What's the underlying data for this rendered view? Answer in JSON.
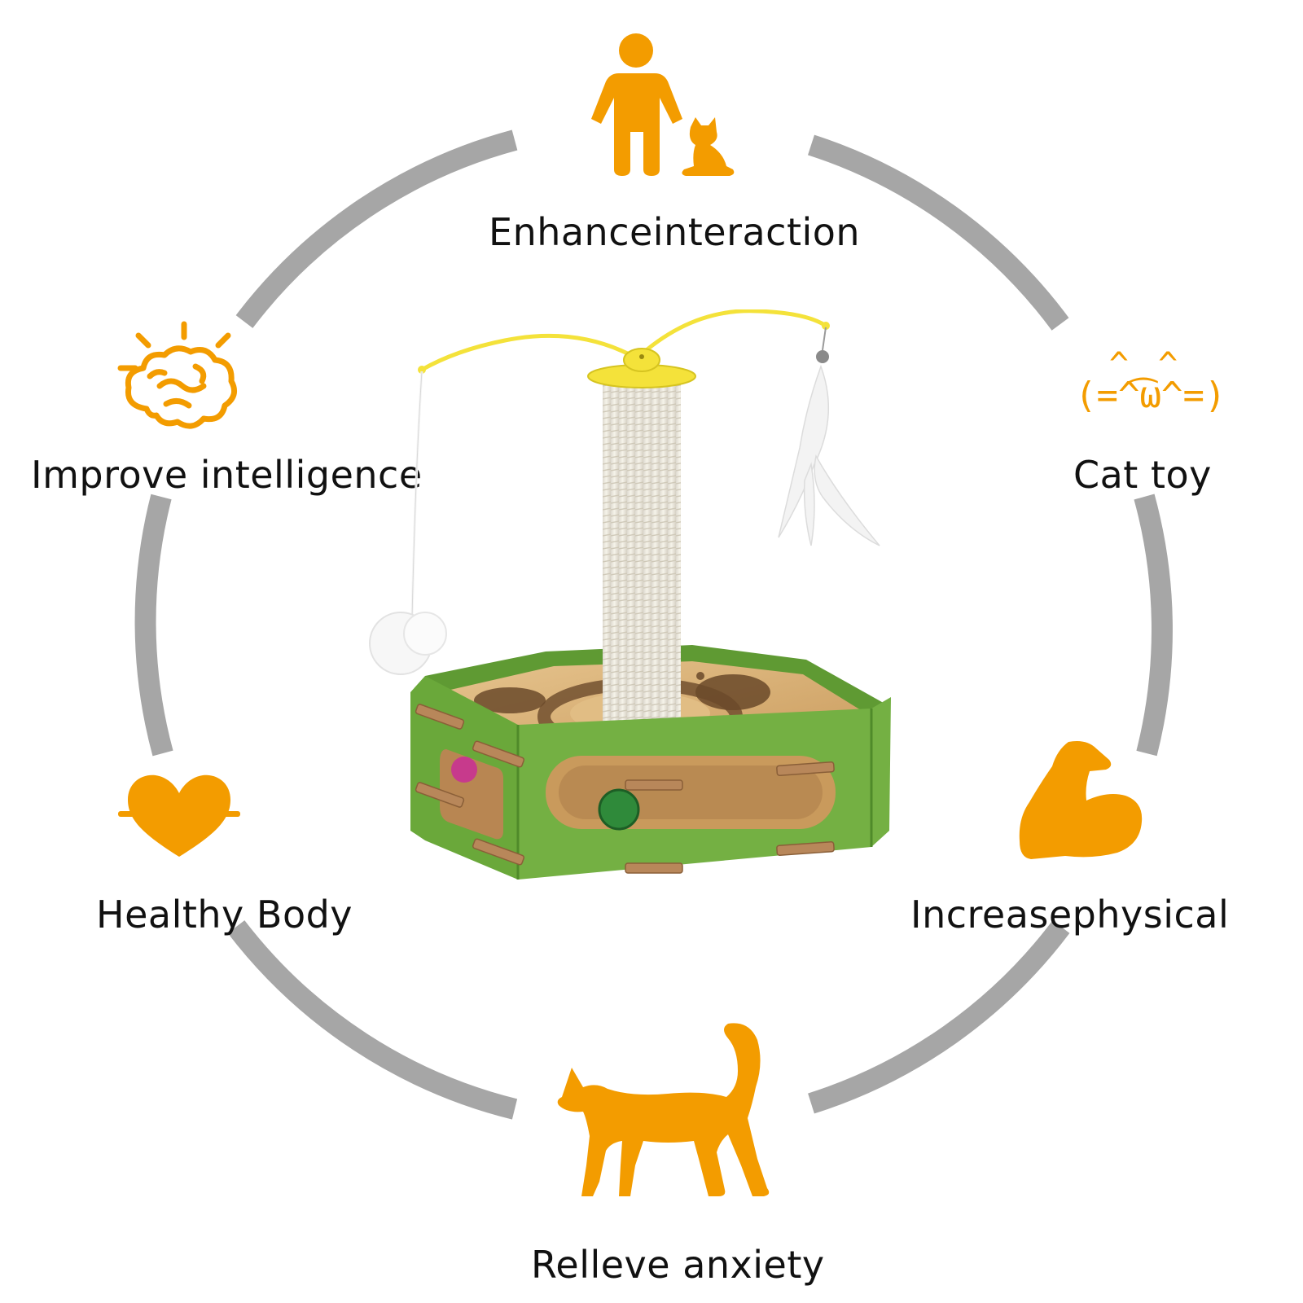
{
  "features": {
    "enhance_interaction": "Enhanceinteraction",
    "improve_intelligence": "Improve intelligence",
    "cat_toy": "Cat toy",
    "healthy_body": "Healthy Body",
    "increase_physical": "Increasephysical",
    "relieve_anxiety": "Relleve anxiety"
  },
  "icons": {
    "top": "person-with-dog-icon",
    "top_left": "brain-icon",
    "top_right": "cat-face-kaomoji-icon",
    "bottom_left": "heart-icon",
    "bottom_right": "flexed-arm-icon",
    "bottom": "walking-cat-icon"
  },
  "kaomoji": {
    "ears": "^⁔^",
    "face": "(=^ω^=)"
  },
  "colors": {
    "accent": "#f39c00",
    "ring": "#a6a6a6",
    "felt_green": "#6aa83a",
    "wood": "#d9b27a",
    "rope": "#f1ede2",
    "toy_yellow": "#f4e23a",
    "text": "#111111"
  }
}
